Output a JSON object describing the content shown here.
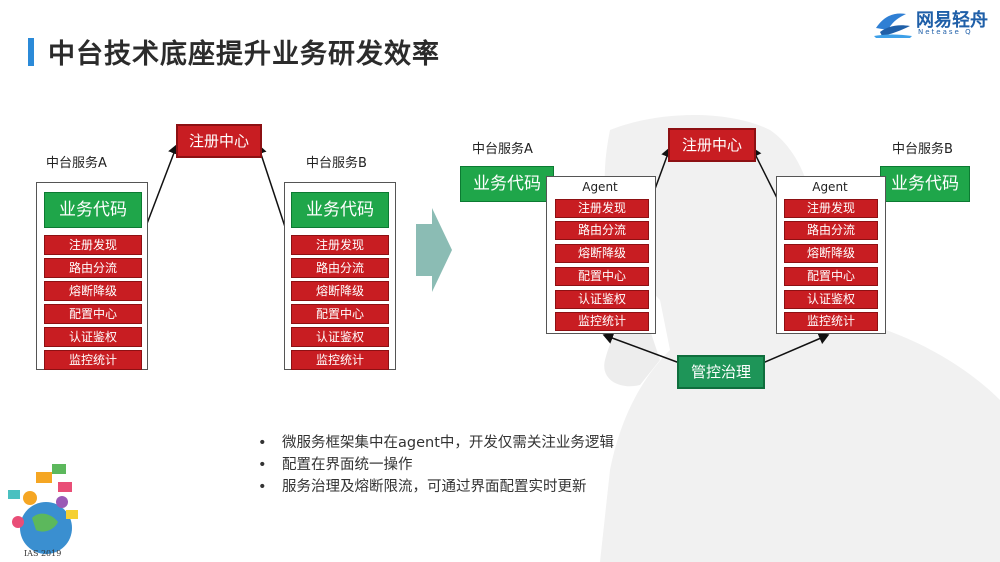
{
  "title": "中台技术底座提升业务研发效率",
  "logo": {
    "name": "网易轻舟",
    "sub": "Netease Q"
  },
  "registry_label": "注册中心",
  "business_code_label": "业务代码",
  "agent_label": "Agent",
  "management_label": "管控治理",
  "service_a_label": "中台服务A",
  "service_b_label": "中台服务B",
  "capabilities": [
    "注册发现",
    "路由分流",
    "熔断降级",
    "配置中心",
    "认证鉴权",
    "监控统计"
  ],
  "bullets": [
    "微服务框架集中在agent中，开发仅需关注业务逻辑",
    "配置在界面统一操作",
    "服务治理及熔断限流，可通过界面配置实时更新"
  ],
  "conference": "IAS 2019",
  "colors": {
    "red": "#c81d22",
    "green": "#1fa64a",
    "accent": "#2b8ad8",
    "arrow": "#8bbcb4"
  }
}
